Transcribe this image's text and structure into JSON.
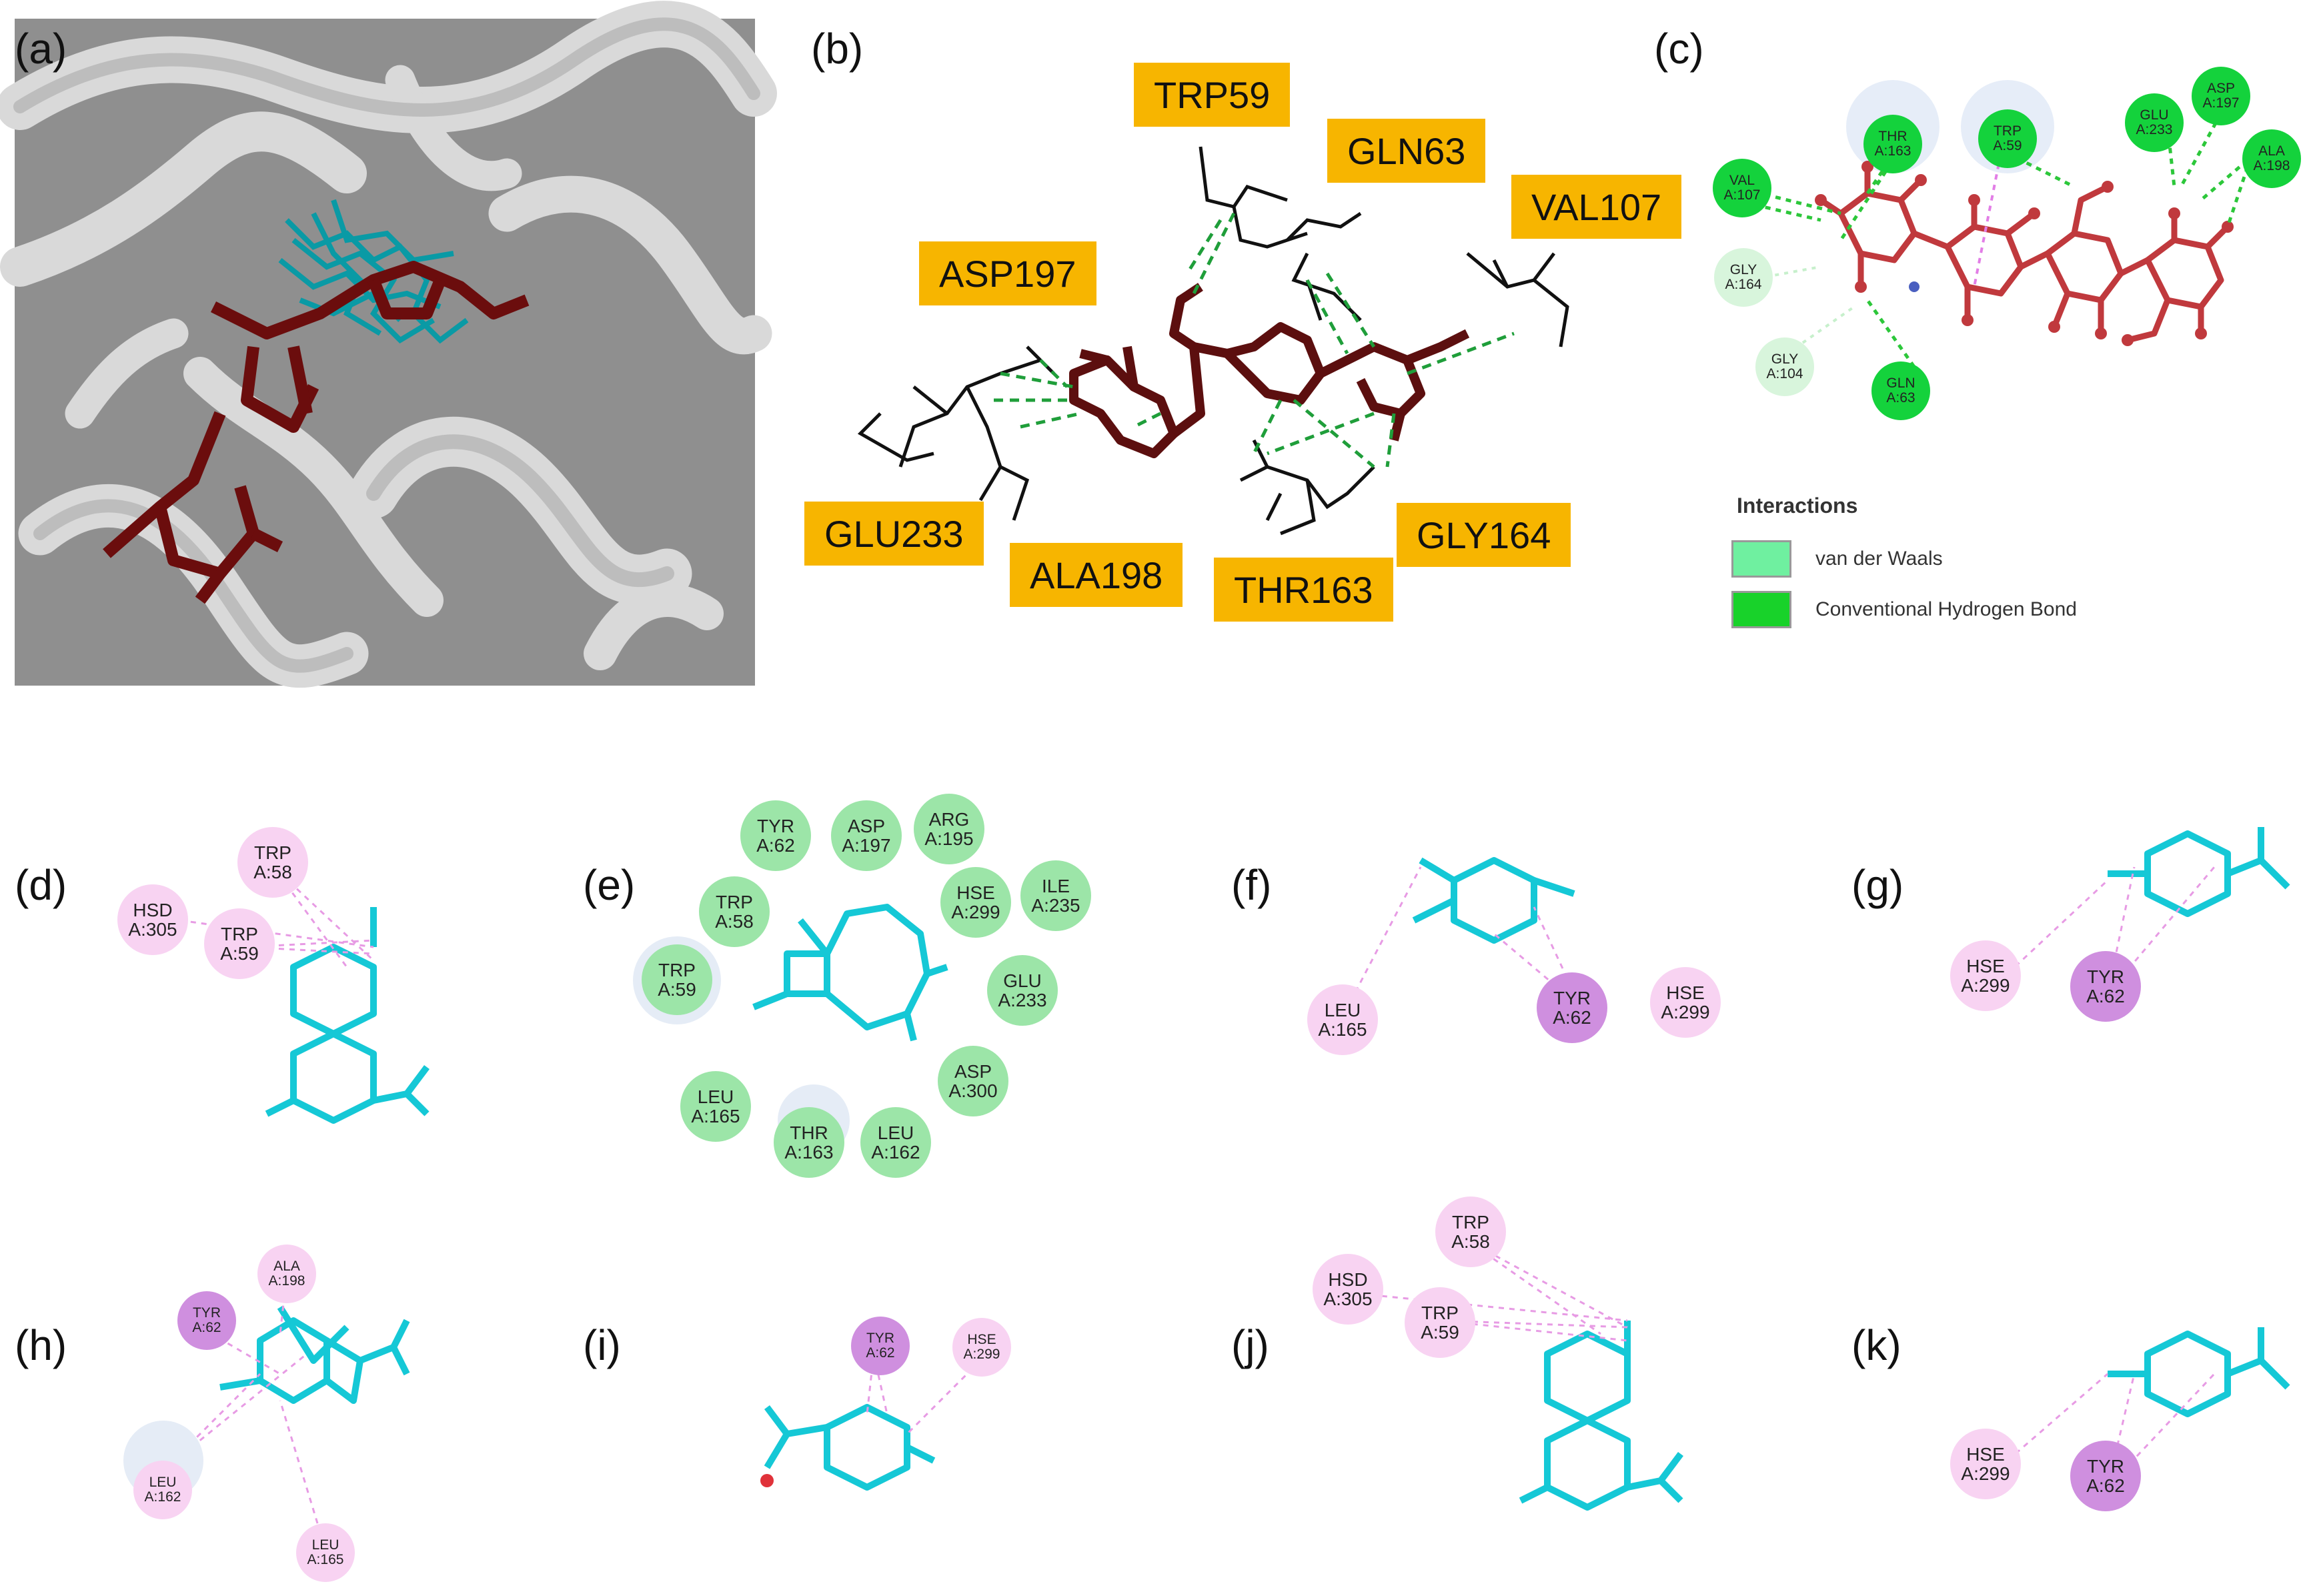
{
  "panels": {
    "a": "(a)",
    "b": "(b)",
    "c": "(c)",
    "d": "(d)",
    "e": "(e)",
    "f": "(f)",
    "g": "(g)",
    "h": "(h)",
    "i": "(i)",
    "j": "(j)",
    "k": "(k)"
  },
  "b_residues": [
    "TRP59",
    "GLN63",
    "VAL107",
    "ASP197",
    "GLU233",
    "ALA198",
    "THR163",
    "GLY164"
  ],
  "c_residues": {
    "thr163": [
      "THR",
      "A:163"
    ],
    "trp59": [
      "TRP",
      "A:59"
    ],
    "glu233": [
      "GLU",
      "A:233"
    ],
    "asp197": [
      "ASP",
      "A:197"
    ],
    "ala198": [
      "ALA",
      "A:198"
    ],
    "val107": [
      "VAL",
      "A:107"
    ],
    "gly164": [
      "GLY",
      "A:164"
    ],
    "gly104": [
      "GLY",
      "A:104"
    ],
    "gln63": [
      "GLN",
      "A:63"
    ]
  },
  "legend": {
    "title": "Interactions",
    "vdw": "van der Waals",
    "hbond": "Conventional Hydrogen Bond",
    "vdw_color": "#6ff0a0",
    "hbond_color": "#18d22a"
  },
  "d_residues": {
    "trp58": [
      "TRP",
      "A:58"
    ],
    "hsd305": [
      "HSD",
      "A:305"
    ],
    "trp59": [
      "TRP",
      "A:59"
    ]
  },
  "e_residues": {
    "tyr62": [
      "TYR",
      "A:62"
    ],
    "asp197": [
      "ASP",
      "A:197"
    ],
    "arg195": [
      "ARG",
      "A:195"
    ],
    "trp58": [
      "TRP",
      "A:58"
    ],
    "hse299": [
      "HSE",
      "A:299"
    ],
    "ile235": [
      "ILE",
      "A:235"
    ],
    "trp59": [
      "TRP",
      "A:59"
    ],
    "glu233": [
      "GLU",
      "A:233"
    ],
    "asp300": [
      "ASP",
      "A:300"
    ],
    "leu165": [
      "LEU",
      "A:165"
    ],
    "thr163": [
      "THR",
      "A:163"
    ],
    "leu162": [
      "LEU",
      "A:162"
    ]
  },
  "f_residues": {
    "leu165": [
      "LEU",
      "A:165"
    ],
    "tyr62": [
      "TYR",
      "A:62"
    ],
    "hse299": [
      "HSE",
      "A:299"
    ]
  },
  "g_residues": {
    "hse299": [
      "HSE",
      "A:299"
    ],
    "tyr62": [
      "TYR",
      "A:62"
    ]
  },
  "h_residues": {
    "ala198": [
      "ALA",
      "A:198"
    ],
    "tyr62": [
      "TYR",
      "A:62"
    ],
    "leu162": [
      "LEU",
      "A:162"
    ],
    "leu165": [
      "LEU",
      "A:165"
    ]
  },
  "i_residues": {
    "tyr62": [
      "TYR",
      "A:62"
    ],
    "hse299": [
      "HSE",
      "A:299"
    ]
  },
  "j_residues": {
    "trp58": [
      "TRP",
      "A:58"
    ],
    "hsd305": [
      "HSD",
      "A:305"
    ],
    "trp59": [
      "TRP",
      "A:59"
    ]
  },
  "k_residues": {
    "hse299": [
      "HSE",
      "A:299"
    ],
    "tyr62": [
      "TYR",
      "A:62"
    ]
  }
}
